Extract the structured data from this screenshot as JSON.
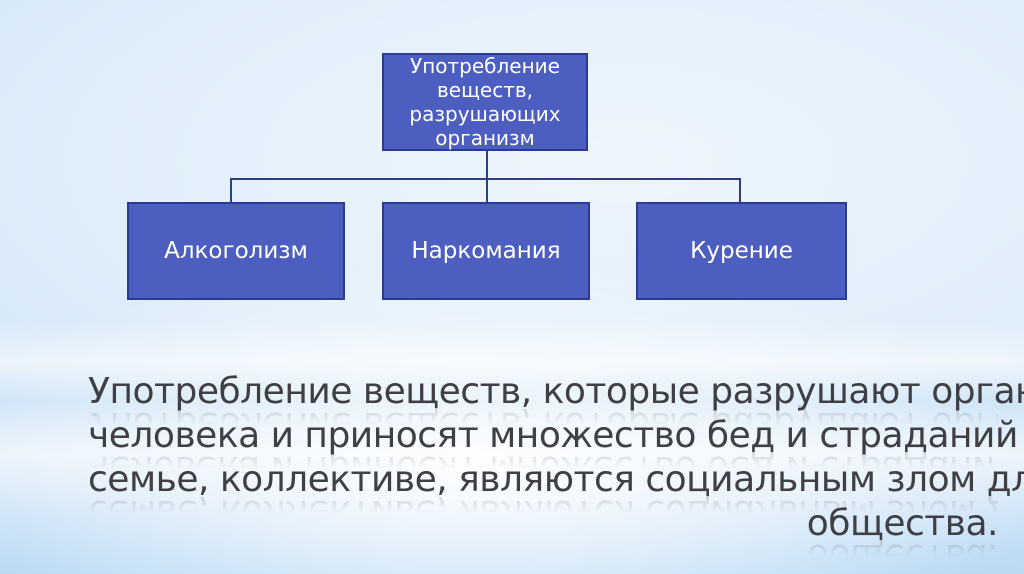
{
  "slide": {
    "type": "presentation-slide",
    "diagram": {
      "root": {
        "label": "Употребление веществ, разрушающих организм"
      },
      "children": [
        {
          "label": "Алкоголизм"
        },
        {
          "label": "Наркомания"
        },
        {
          "label": "Курение"
        }
      ]
    },
    "paragraph": {
      "full_text": "Употребление веществ, которые разрушают организм человека и приносят множество бед и страданий – в семье, коллективе, являются социальным злом для общества.",
      "lines": [
        "Употребление веществ, которые разрушают организм",
        "человека и приносят множество бед и страданий – в",
        "семье, коллективе, являются социальным злом для",
        "общества."
      ]
    },
    "colors": {
      "box_fill": "#4d5ec1",
      "box_border": "#2c3a94",
      "connector": "#2f3e7e",
      "box_text": "#ffffff",
      "paragraph_text": "#3f3f46",
      "background_corner": "#b2d5f1",
      "background_center": "#eef6fd"
    }
  }
}
